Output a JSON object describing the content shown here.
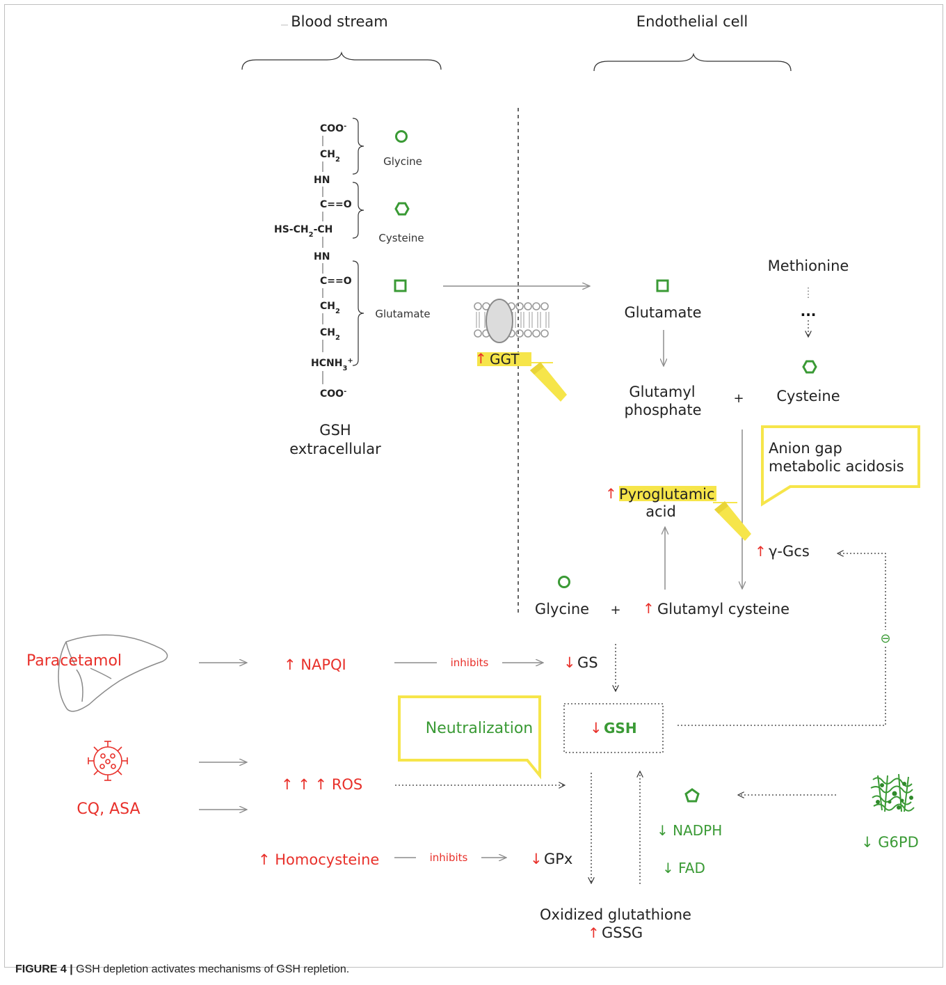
{
  "colors": {
    "red": "#e8302a",
    "green": "#3a9a35",
    "yellow": "#f6e54a",
    "gray": "#8c8c8c",
    "text": "#222222"
  },
  "headers": {
    "blood_stream": "Blood stream",
    "endothelial_cell": "Endothelial cell"
  },
  "gsh_structure": {
    "lines": [
      "COO",
      "CH",
      "HN",
      "C==O",
      "HS-CH",
      "-CH",
      "HN",
      "C==O",
      "CH",
      "CH",
      "HCNH",
      "COO"
    ],
    "subscript_2": "2",
    "superscript_minus": "-",
    "superscript_plus": "+",
    "subscript_3": "3",
    "groups": {
      "glycine": "Glycine",
      "cysteine": "Cysteine",
      "glutamate": "Glutamate"
    },
    "label_line1": "GSH",
    "label_line2": "extracellular"
  },
  "ggt": {
    "arrow": "↑",
    "label": "GGT"
  },
  "cell": {
    "methionine": "Methionine",
    "dots": "...",
    "glutamate": "Glutamate",
    "glutamyl_phosphate_1": "Glutamyl",
    "glutamyl_phosphate_2": "phosphate",
    "plus": "+",
    "cysteine": "Cysteine",
    "anion_gap_1": "Anion gap",
    "anion_gap_2": "metabolic  acidosis",
    "pyroglutamic_arrow": "↑",
    "pyroglutamic_1": "Pyroglutamic",
    "pyroglutamic_2": "acid",
    "ygcs_arrow": "↑",
    "ygcs": "γ-Gcs",
    "glycine": "Glycine",
    "glutamyl_cysteine_arrow": "↑",
    "glutamyl_cysteine": "Glutamyl cysteine",
    "minus_symbol": "⊖"
  },
  "lower": {
    "paracetamol": "Paracetamol",
    "napqi": "↑ NAPQI",
    "inhibits": "inhibits",
    "gs_arrow": "↓",
    "gs": "GS",
    "neutralization": "Neutralization",
    "gsh_arrow": "↓",
    "gsh": "GSH",
    "cq_asa": "CQ, ASA",
    "ros": "↑ ↑ ↑ ROS",
    "homocysteine": "↑ Homocysteine",
    "gpx_arrow": "↓",
    "gpx": "GPx",
    "nadph": "↓ NADPH",
    "fad": "↓ FAD",
    "g6pd": "↓ G6PD",
    "oxidized": "Oxidized glutathione",
    "gssg_arrow": "↑",
    "gssg": "GSSG"
  },
  "caption": {
    "label": "FIGURE 4 |",
    "text": " GSH depletion activates mechanisms of GSH repletion."
  }
}
